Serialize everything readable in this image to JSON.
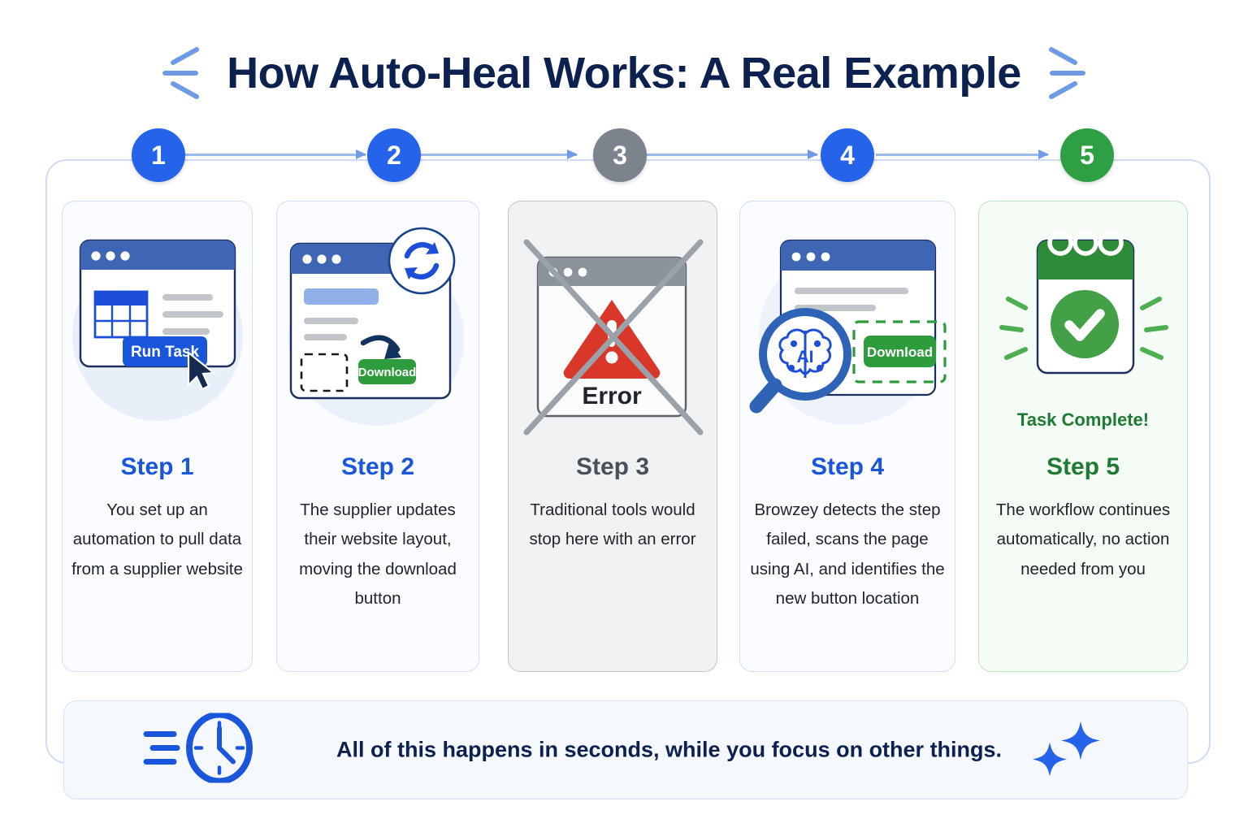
{
  "header": {
    "title": "How Auto-Heal Works: A Real Example",
    "left_decoration": "sparkle-lines-icon",
    "right_decoration": "sparkle-lines-icon"
  },
  "flow": {
    "markers": [
      {
        "number": "1",
        "color": "#2563eb"
      },
      {
        "number": "2",
        "color": "#2563eb"
      },
      {
        "number": "3",
        "color": "#7c838c"
      },
      {
        "number": "4",
        "color": "#2563eb"
      },
      {
        "number": "5",
        "color": "#2ea043"
      }
    ],
    "connector_color": "#9dbaed"
  },
  "steps": [
    {
      "title": "Step 1",
      "description": "You set up an automation to pull data from a supplier website",
      "theme": "blue",
      "illustration": {
        "type": "browser-window",
        "button_label": "Run Task",
        "button_color": "#1a56db",
        "has_table": true,
        "has_cursor": true
      }
    },
    {
      "title": "Step 2",
      "description": "The supplier updates their website layout, moving the download button",
      "theme": "blue",
      "illustration": {
        "type": "browser-window",
        "badge": "refresh-icon",
        "button_label": "Download",
        "button_color": "#2e9c3c",
        "has_dashed_placeholder": true,
        "has_move_arrow": true
      }
    },
    {
      "title": "Step 3",
      "description": "Traditional tools would stop here with an error",
      "theme": "gray",
      "illustration": {
        "type": "browser-window-error",
        "error_label": "Error",
        "warning_color": "#d9372a",
        "crossed_out": true
      }
    },
    {
      "title": "Step 4",
      "description": "Browzey detects the step failed, scans the page using AI, and identifies the new button location",
      "theme": "blue",
      "illustration": {
        "type": "browser-window",
        "button_label": "Download",
        "button_color": "#2e9c3c",
        "highlight_color": "#2e9c3c",
        "magnifier_label": "AI",
        "magnifier_icon": "brain-icon"
      }
    },
    {
      "title": "Step 5",
      "description": "The workflow continues automatically, no action needed from you",
      "theme": "green",
      "status_label": "Task Complete!",
      "illustration": {
        "type": "calendar-check",
        "header_color": "#2e8b38",
        "check_color": "#43a047",
        "has_rays": true
      }
    }
  ],
  "banner": {
    "text": "All of this happens in seconds, while you focus on other things.",
    "clock_icon": "clock-speed-icon",
    "sparkle_icon": "sparkles-icon",
    "accent_color": "#1a56db"
  }
}
